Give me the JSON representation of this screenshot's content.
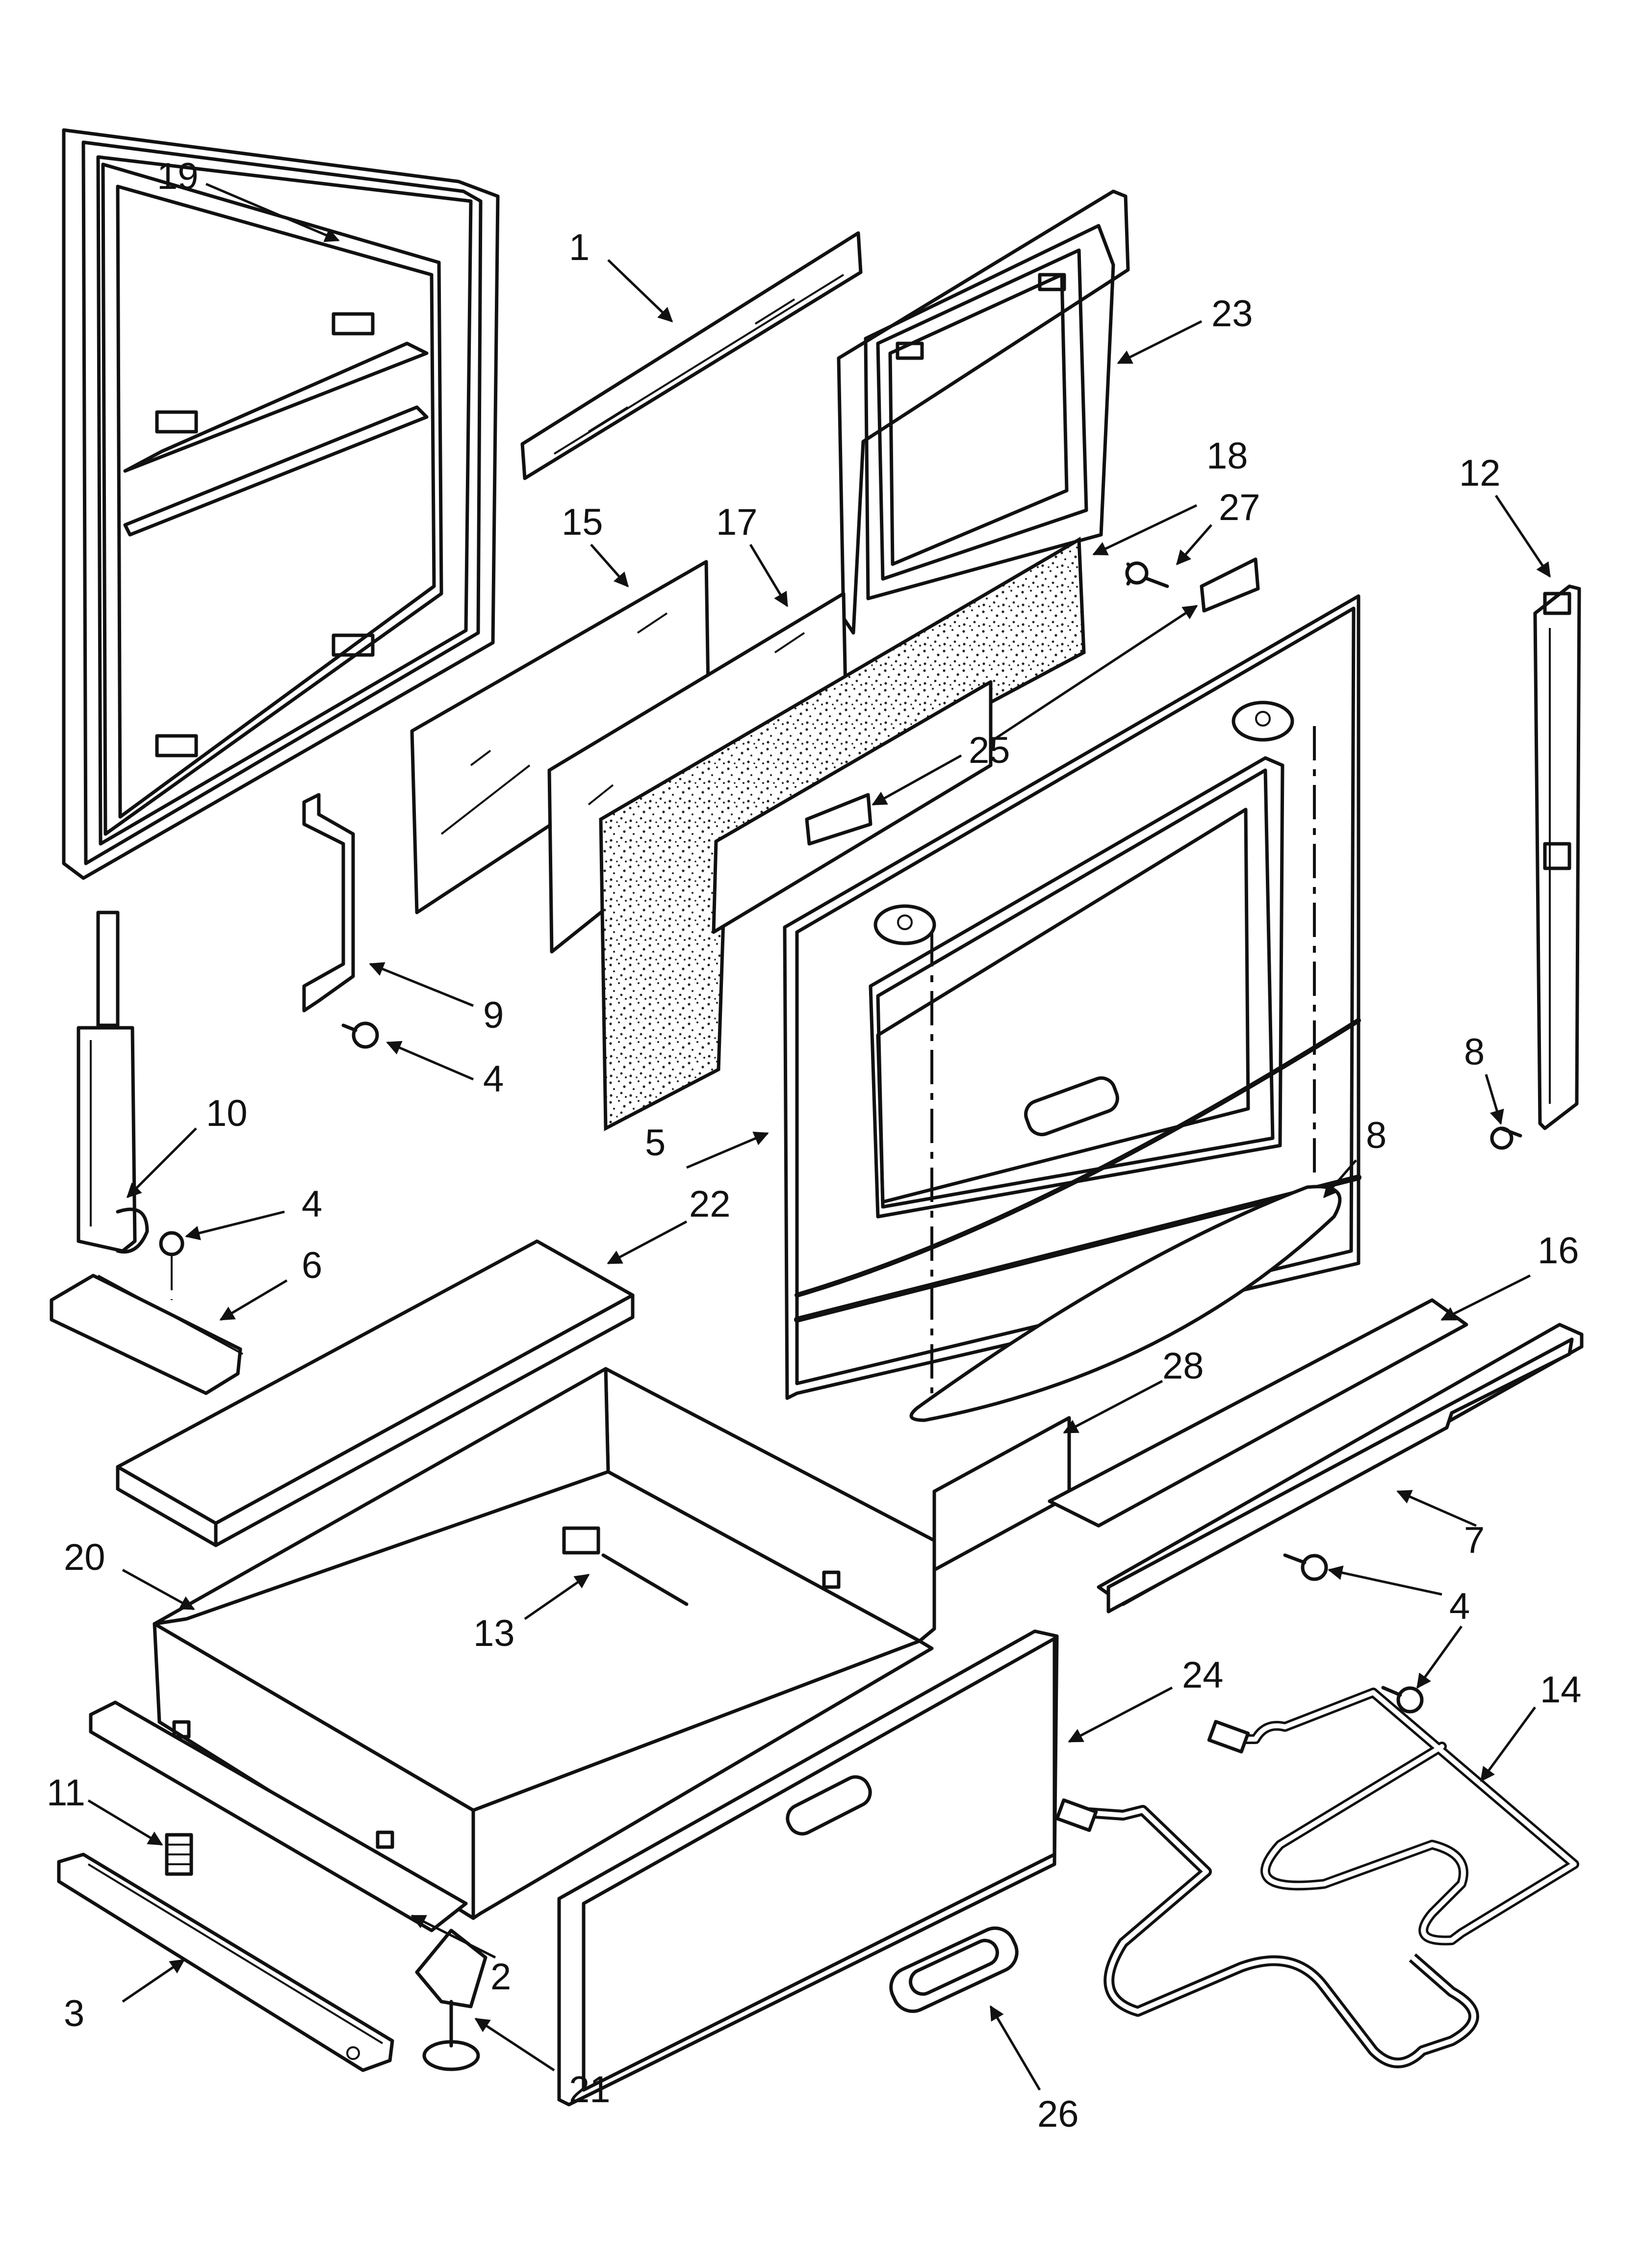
{
  "callouts": [
    {
      "id": "c-19a",
      "text": "19"
    },
    {
      "id": "c-1",
      "text": "1"
    },
    {
      "id": "c-23",
      "text": "23"
    },
    {
      "id": "c-18",
      "text": "18"
    },
    {
      "id": "c-27",
      "text": "27"
    },
    {
      "id": "c-12",
      "text": "12"
    },
    {
      "id": "c-15",
      "text": "15"
    },
    {
      "id": "c-17",
      "text": "17"
    },
    {
      "id": "c-25",
      "text": "25"
    },
    {
      "id": "c-9",
      "text": "9"
    },
    {
      "id": "c-4a",
      "text": "4"
    },
    {
      "id": "c-10",
      "text": "10"
    },
    {
      "id": "c-5",
      "text": "5"
    },
    {
      "id": "c-8a",
      "text": "8"
    },
    {
      "id": "c-8b",
      "text": "8"
    },
    {
      "id": "c-4b",
      "text": "4"
    },
    {
      "id": "c-6",
      "text": "6"
    },
    {
      "id": "c-22",
      "text": "22"
    },
    {
      "id": "c-16",
      "text": "16"
    },
    {
      "id": "c-28",
      "text": "28"
    },
    {
      "id": "c-20",
      "text": "20"
    },
    {
      "id": "c-7",
      "text": "7"
    },
    {
      "id": "c-13",
      "text": "13"
    },
    {
      "id": "c-4c",
      "text": "4"
    },
    {
      "id": "c-24",
      "text": "24"
    },
    {
      "id": "c-14",
      "text": "14"
    },
    {
      "id": "c-11",
      "text": "11"
    },
    {
      "id": "c-2",
      "text": "2"
    },
    {
      "id": "c-3",
      "text": "3"
    },
    {
      "id": "c-21",
      "text": "21"
    },
    {
      "id": "c-26",
      "text": "26"
    }
  ]
}
